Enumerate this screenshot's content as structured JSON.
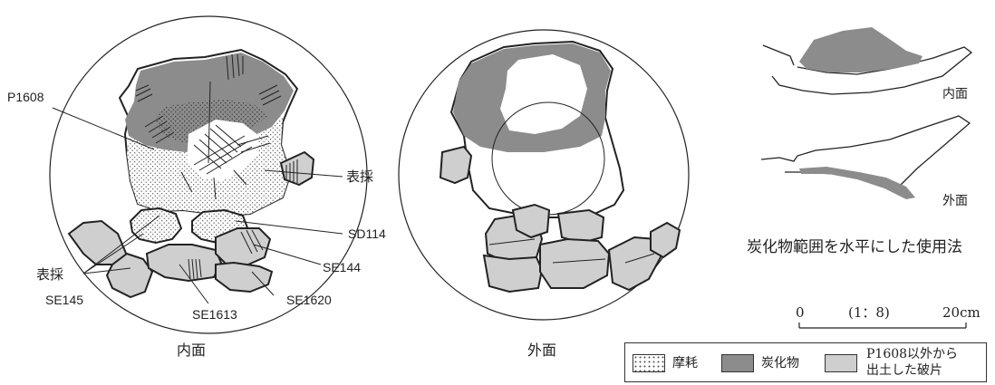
{
  "labels": {
    "p1608": "P1608",
    "hyousai_right": "表採",
    "sd114": "SD114",
    "se144": "SE144",
    "hyousai_left": "表採",
    "se145": "SE145",
    "se1620": "SE1620",
    "se1613": "SE1613"
  },
  "captions": {
    "inner_view": "内面",
    "outer_view": "外面",
    "profile_inner": "内面",
    "profile_outer": "外面",
    "usage_note": "炭化物範囲を水平にした使用法"
  },
  "scale": {
    "zero": "0",
    "ratio": "(1：8)",
    "max": "20cm"
  },
  "legend": {
    "items": [
      {
        "label": "摩耗"
      },
      {
        "label": "炭化物",
        "color": "#8c8c8c"
      },
      {
        "label": "P1608以外から出土した破片",
        "line1": "P1608以外から",
        "line2": "出土した破片",
        "color": "#cfcfcf"
      }
    ]
  },
  "colors": {
    "carbide": "#8c8c8c",
    "fragment": "#cfcfcf",
    "line": "#222222"
  }
}
